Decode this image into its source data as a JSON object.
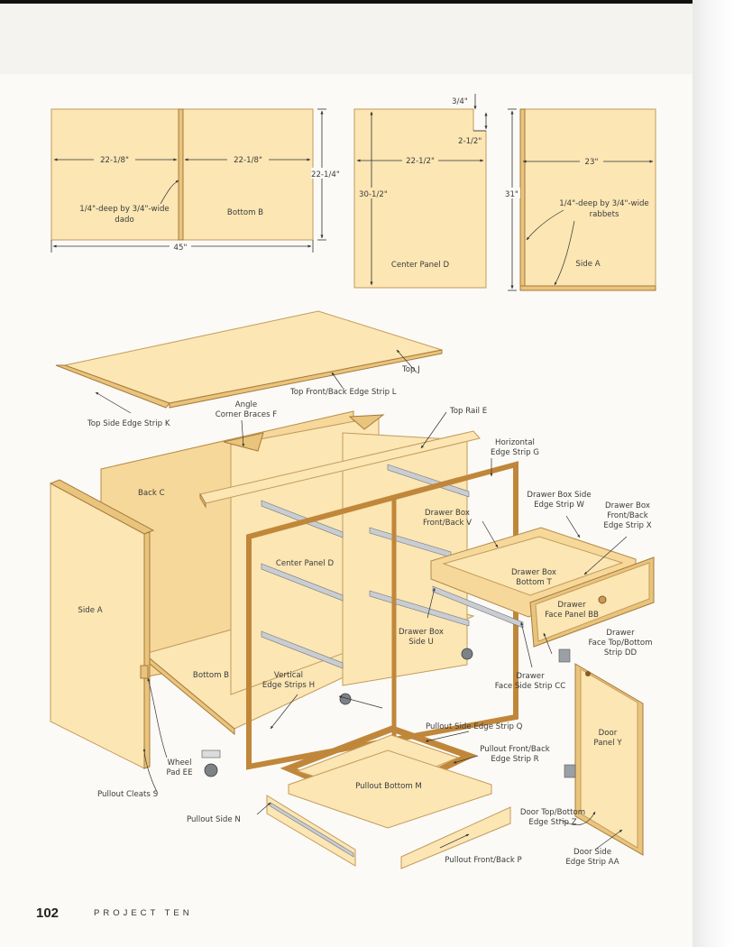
{
  "drawings": {
    "bottom": {
      "dim_left": "22-1/8\"",
      "dim_right": "22-1/8\"",
      "dim_height": "22-1/4\"",
      "dim_total": "45\"",
      "dado_note": [
        "1/4\"-deep by 3/4\"-wide",
        "dado"
      ],
      "part_label": "Bottom B"
    },
    "center": {
      "dim_top_a": "3/4\"",
      "dim_top_b": "2-1/2\"",
      "dim_width": "22-1/2\"",
      "dim_height": "30-1/2\"",
      "part_label": "Center Panel D"
    },
    "side": {
      "dim_width": "23\"",
      "dim_height": "31\"",
      "rabbet_note": [
        "1/4\"-deep by 3/4\"-wide",
        "rabbets"
      ],
      "part_label": "Side A"
    }
  },
  "parts": {
    "top_j": "Top J",
    "top_front_back_strip_l": "Top Front/Back Edge Strip L",
    "top_side_strip_k": "Top Side Edge Strip K",
    "angle_braces_f": [
      "Angle",
      "Corner Braces F"
    ],
    "top_rail_e": "Top Rail E",
    "horizontal_strip_g": [
      "Horizontal",
      "Edge Strip G"
    ],
    "back_c": "Back C",
    "drawer_box_side_strip_w": [
      "Drawer Box Side",
      "Edge Strip W"
    ],
    "drawer_box_fb_strip_x": [
      "Drawer Box",
      "Front/Back",
      "Edge Strip X"
    ],
    "drawer_box_fb_v": [
      "Drawer Box",
      "Front/Back V"
    ],
    "center_panel_d": "Center Panel D",
    "drawer_box_bottom_t": [
      "Drawer Box",
      "Bottom T"
    ],
    "side_a": "Side A",
    "drawer_face_panel_bb": [
      "Drawer",
      "Face Panel BB"
    ],
    "drawer_box_side_u": [
      "Drawer Box",
      "Side U"
    ],
    "drawer_face_tb_strip_dd": [
      "Drawer",
      "Face Top/Bottom",
      "Strip DD"
    ],
    "bottom_b": "Bottom B",
    "vertical_strips_h": [
      "Vertical",
      "Edge Strips H"
    ],
    "drawer_face_side_strip_cc": [
      "Drawer",
      "Face Side Strip CC"
    ],
    "pullout_side_strip_q": "Pullout Side Edge Strip Q",
    "door_panel_y": [
      "Door",
      "Panel Y"
    ],
    "pullout_fb_strip_r": [
      "Pullout Front/Back",
      "Edge Strip R"
    ],
    "wheel_pad_ee": [
      "Wheel",
      "Pad EE"
    ],
    "pullout_cleats_s": "Pullout Cleats S",
    "pullout_bottom_m": "Pullout Bottom M",
    "pullout_side_n": "Pullout Side N",
    "door_tb_strip_z": [
      "Door Top/Bottom",
      "Edge Strip Z"
    ],
    "pullout_fb_p": "Pullout Front/Back P",
    "door_side_strip_aa": [
      "Door Side",
      "Edge Strip AA"
    ]
  },
  "footer": {
    "page_number": "102",
    "section_title": "PROJECT TEN"
  }
}
